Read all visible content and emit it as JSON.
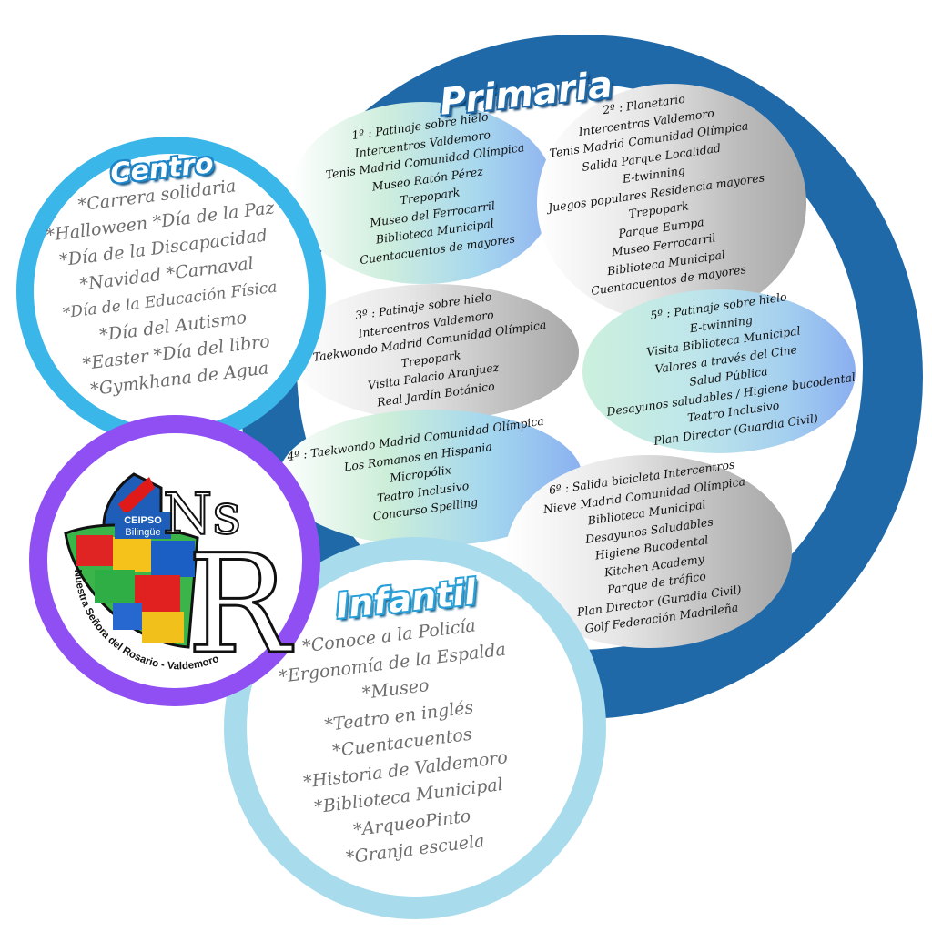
{
  "primaria": {
    "title": "Primaria",
    "grades": [
      {
        "label": "1º : Patinaje sobre hielo",
        "items": [
          "Intercentros Valdemoro",
          "Tenis Madrid Comunidad Olímpica",
          "Museo Ratón Pérez",
          "Trepopark",
          "Museo del Ferrocarril",
          "Biblioteca Municipal",
          "Cuentacuentos de mayores"
        ]
      },
      {
        "label": "2º : Planetario",
        "items": [
          "Intercentros Valdemoro",
          "Tenis Madrid Comunidad Olímpica",
          "Salida Parque Localidad",
          "E-twinning",
          "Juegos populares Residencia mayores",
          "Trepopark",
          "Parque Europa",
          "Museo Ferrocarril",
          "Biblioteca Municipal",
          "Cuentacuentos de mayores"
        ]
      },
      {
        "label": "3º : Patinaje sobre hielo",
        "items": [
          "Intercentros Valdemoro",
          "Taekwondo Madrid Comunidad Olímpica",
          "Trepopark",
          "Visita Palacio Aranjuez",
          "Real Jardín Botánico"
        ]
      },
      {
        "label": "4º : Taekwondo Madrid Comunidad Olímpica",
        "items": [
          "Los Romanos en Hispania",
          "Micropólix",
          "Teatro Inclusivo",
          "Concurso Spelling"
        ]
      },
      {
        "label": "5º : Patinaje sobre hielo",
        "items": [
          "E-twinning",
          "Visita Biblioteca Municipal",
          "Valores a través del Cine",
          "Salud Pública",
          "Desayunos saludables / Higiene bucodental",
          "Teatro Inclusivo",
          "Plan Director (Guardia Civil)"
        ]
      },
      {
        "label": "6º : Salida bicicleta Intercentros",
        "items": [
          "Nieve Madrid Comunidad Olímpica",
          "Biblioteca Municipal",
          "Desayunos Saludables",
          "Higiene Bucodental",
          "Kitchen Academy",
          "Parque de tráfico",
          "Plan Director (Guradia Civil)",
          "Golf Federación Madrileña"
        ]
      }
    ]
  },
  "centro": {
    "title": "Centro",
    "lines": [
      "*Carrera solidaria",
      "*Halloween  *Día de la Paz",
      "*Día de la Discapacidad",
      "*Navidad   *Carnaval",
      "*Día de la Educación Física",
      "*Día del Autismo",
      "*Easter  *Día del libro",
      "*Gymkhana de Agua"
    ]
  },
  "infantil": {
    "title": "Infantil",
    "items": [
      "*Conoce a la Policía",
      "*Ergonomía de la Espalda",
      "*Museo",
      "*Teatro en inglés",
      "*Cuentacuentos",
      "*Historia de Valdemoro",
      "*Biblioteca Municipal",
      "*ArqueoPinto",
      "*Granja escuela"
    ]
  },
  "logo": {
    "badge_line1": "CEIPSO",
    "badge_line2": "Bilingüe",
    "letters_top": "Ns",
    "letter_big": "R",
    "arc_text": "Nuestra Señora del Rosario - Valdemoro"
  },
  "colors": {
    "navy_ring": "#1f69a8",
    "centro_ring": "#3ab6e8",
    "logo_ring": "#8f4ff2",
    "infantil_ring": "#a8dcec",
    "gray_text": "#6d6d6d"
  }
}
